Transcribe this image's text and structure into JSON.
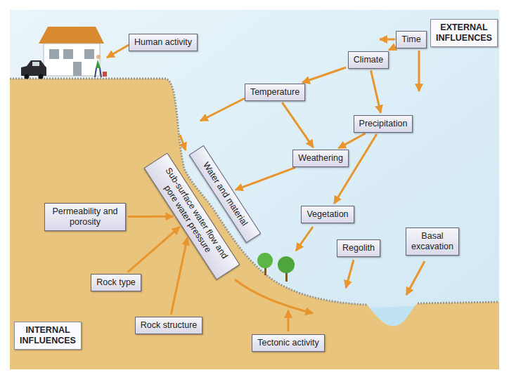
{
  "diagram": {
    "nodes": [
      {
        "text": [
          "Time"
        ]
      },
      {
        "text": [
          "EXTERNAL INFLUENCES"
        ]
      },
      {
        "text": [
          "Human activity"
        ]
      },
      {
        "text": [
          "Climate"
        ]
      },
      {
        "text": [
          "Temperature"
        ]
      },
      {
        "text": [
          "Precipitation"
        ]
      },
      {
        "text": [
          "Weathering"
        ]
      },
      {
        "text": [
          "Water and material"
        ]
      },
      {
        "text": [
          "Permeability and porosity"
        ]
      },
      {
        "text": [
          "Sub-surface water flow and pore water pressure"
        ]
      },
      {
        "text": [
          "Vegetation"
        ]
      },
      {
        "text": [
          "Basal excavation"
        ]
      },
      {
        "text": [
          "Regolith"
        ]
      },
      {
        "text": [
          "Rock type"
        ]
      },
      {
        "text": [
          "Rock structure"
        ]
      },
      {
        "text": [
          "Tectonic activity"
        ]
      },
      {
        "text": [
          "INTERNAL INFLUENCES"
        ]
      }
    ],
    "edges": [
      {
        "from": 0,
        "to": 3,
        "arrow": "to"
      },
      {
        "from": 3,
        "to": 4,
        "arrow": "to"
      },
      {
        "from": 3,
        "to": 5,
        "arrow": "to"
      },
      {
        "from": 4,
        "to": 6,
        "arrow": "to"
      },
      {
        "from": 5,
        "to": 6,
        "arrow": "to"
      },
      {
        "from": 5,
        "to": 10,
        "arrow": "to"
      },
      {
        "from": 6,
        "to": 7,
        "arrow": "to"
      },
      {
        "from": 8,
        "to": 9,
        "arrow": "to"
      },
      {
        "from": 13,
        "to": 9,
        "arrow": "to"
      },
      {
        "from": 14,
        "to": 9,
        "arrow": "to"
      }
    ]
  }
}
